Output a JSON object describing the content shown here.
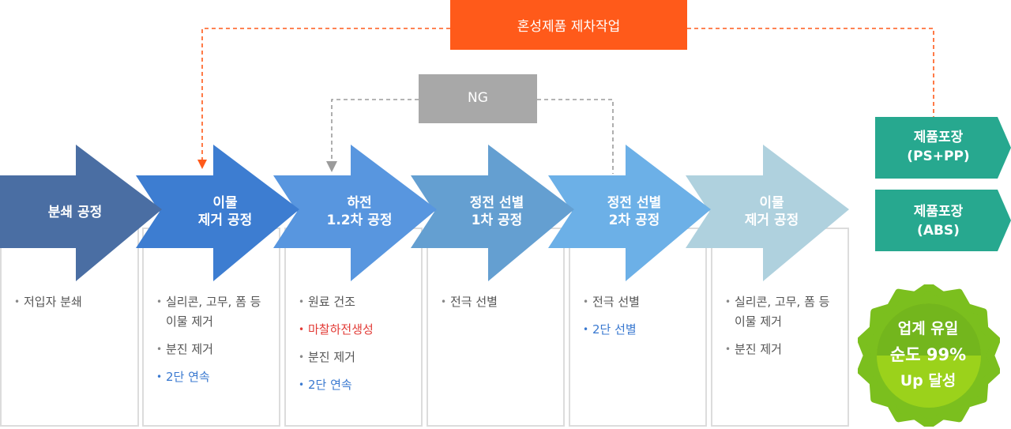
{
  "top_banner": {
    "label": "혼성제품 제차작업",
    "color": "#ff5a1a"
  },
  "ng_box": {
    "label": "NG",
    "color": "#a8a8a8"
  },
  "steps": [
    {
      "title_lines": [
        "분쇄 공정"
      ],
      "color": "#4a6ea3",
      "items": [
        {
          "lines": [
            "저입자 분쇄"
          ],
          "style": "normal"
        }
      ]
    },
    {
      "title_lines": [
        "이물",
        "제거 공정"
      ],
      "color": "#3d7dd1",
      "items": [
        {
          "lines": [
            "실리콘, 고무, 폼 등",
            "이물 제거"
          ],
          "style": "normal"
        },
        {
          "lines": [
            "분진 제거"
          ],
          "style": "normal"
        },
        {
          "lines": [
            "2단 연속"
          ],
          "style": "blue"
        }
      ]
    },
    {
      "title_lines": [
        "하전",
        "1.2차 공정"
      ],
      "color": "#5896df",
      "items": [
        {
          "lines": [
            "원료 건조"
          ],
          "style": "normal"
        },
        {
          "lines": [
            "마찰하전생성"
          ],
          "style": "red"
        },
        {
          "lines": [
            "분진 제거"
          ],
          "style": "normal"
        },
        {
          "lines": [
            "2단 연속"
          ],
          "style": "blue"
        }
      ]
    },
    {
      "title_lines": [
        "정전 선별",
        "1차 공정"
      ],
      "color": "#649fd1",
      "items": [
        {
          "lines": [
            "전극 선별"
          ],
          "style": "normal"
        }
      ]
    },
    {
      "title_lines": [
        "정전 선별",
        "2차 공정"
      ],
      "color": "#6cb0e7",
      "items": [
        {
          "lines": [
            "전극 선별"
          ],
          "style": "normal"
        },
        {
          "lines": [
            "2단 선별"
          ],
          "style": "blue"
        }
      ]
    },
    {
      "title_lines": [
        "이물",
        "제거 공정"
      ],
      "color": "#afd1de",
      "items": [
        {
          "lines": [
            "실리콘, 고무, 폼 등",
            "이물 제거"
          ],
          "style": "normal"
        },
        {
          "lines": [
            "분진 제거"
          ],
          "style": "normal"
        }
      ]
    }
  ],
  "packaging": [
    {
      "lines": [
        "제품포장",
        "(PS+PP)"
      ],
      "color": "#27a88f"
    },
    {
      "lines": [
        "제품포장",
        "(ABS)"
      ],
      "color": "#27a88f"
    }
  ],
  "badge": {
    "lines": [
      "업계 유일",
      "순도 99%",
      "Up 달성"
    ],
    "color_outer": "#7bbf1e",
    "color_inner": "#9bd21b"
  }
}
